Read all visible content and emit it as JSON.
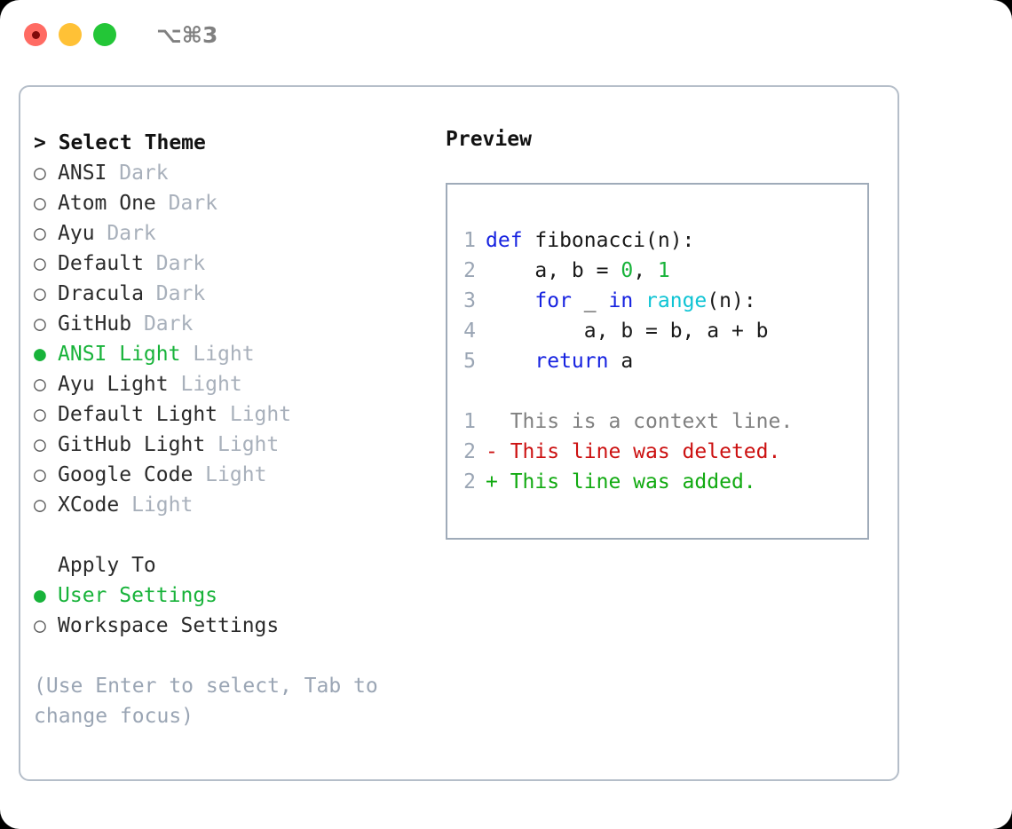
{
  "titlebar": {
    "lights": [
      {
        "name": "close-button",
        "color": "#ff6b63",
        "recording": true
      },
      {
        "name": "minimize-button",
        "color": "#ffc136",
        "recording": false
      },
      {
        "name": "maximize-button",
        "color": "#23c637",
        "recording": false
      }
    ],
    "shortcut": "⌥⌘3"
  },
  "theme_picker": {
    "header": "> Select Theme",
    "bullet_off": "○",
    "bullet_on": "●",
    "items": [
      {
        "label": "ANSI",
        "tag": "Dark",
        "selected": false
      },
      {
        "label": "Atom One",
        "tag": "Dark",
        "selected": false
      },
      {
        "label": "Ayu",
        "tag": "Dark",
        "selected": false
      },
      {
        "label": "Default",
        "tag": "Dark",
        "selected": false
      },
      {
        "label": "Dracula",
        "tag": "Dark",
        "selected": false
      },
      {
        "label": "GitHub",
        "tag": "Dark",
        "selected": false
      },
      {
        "label": "ANSI Light",
        "tag": "Light",
        "selected": true
      },
      {
        "label": "Ayu Light",
        "tag": "Light",
        "selected": false
      },
      {
        "label": "Default Light",
        "tag": "Light",
        "selected": false
      },
      {
        "label": "GitHub Light",
        "tag": "Light",
        "selected": false
      },
      {
        "label": "Google Code",
        "tag": "Light",
        "selected": false
      },
      {
        "label": "XCode",
        "tag": "Light",
        "selected": false
      }
    ]
  },
  "apply_to": {
    "title": "Apply To",
    "items": [
      {
        "label": "User Settings",
        "selected": true
      },
      {
        "label": "Workspace Settings",
        "selected": false
      }
    ]
  },
  "hint": "(Use Enter to select, Tab to change focus)",
  "preview": {
    "title": "Preview",
    "code_lines": [
      {
        "number": "1",
        "tokens": [
          {
            "t": "def",
            "c": "kw"
          },
          {
            "t": " fibonacci(n):",
            "c": "pl"
          }
        ]
      },
      {
        "number": "2",
        "tokens": [
          {
            "t": "    a, b = ",
            "c": "pl"
          },
          {
            "t": "0",
            "c": "num"
          },
          {
            "t": ", ",
            "c": "pl"
          },
          {
            "t": "1",
            "c": "num"
          }
        ]
      },
      {
        "number": "3",
        "tokens": [
          {
            "t": "    ",
            "c": "pl"
          },
          {
            "t": "for",
            "c": "kw"
          },
          {
            "t": " _ ",
            "c": "pl"
          },
          {
            "t": "in",
            "c": "kw"
          },
          {
            "t": " ",
            "c": "pl"
          },
          {
            "t": "range",
            "c": "fn"
          },
          {
            "t": "(n):",
            "c": "pl"
          }
        ]
      },
      {
        "number": "4",
        "tokens": [
          {
            "t": "        a, b = b, a + b",
            "c": "pl"
          }
        ]
      },
      {
        "number": "5",
        "tokens": [
          {
            "t": "    ",
            "c": "pl"
          },
          {
            "t": "return",
            "c": "kw"
          },
          {
            "t": " a",
            "c": "pl"
          }
        ]
      }
    ],
    "diff_lines": [
      {
        "number": "1",
        "marker": "  ",
        "text": "This is a context line.",
        "c": "ctx"
      },
      {
        "number": "2",
        "marker": "- ",
        "text": "This line was deleted.",
        "c": "del"
      },
      {
        "number": "2",
        "marker": "+ ",
        "text": "This line was added.",
        "c": "add"
      }
    ]
  },
  "colors": {
    "accent_green": "#18b33a",
    "keyword_blue": "#1622e0",
    "function_cyan": "#0fc4d4",
    "deleted_red": "#cc1111",
    "added_green": "#11aa11",
    "muted_gray": "#a8b0bb",
    "border_gray": "#b5bec9"
  }
}
